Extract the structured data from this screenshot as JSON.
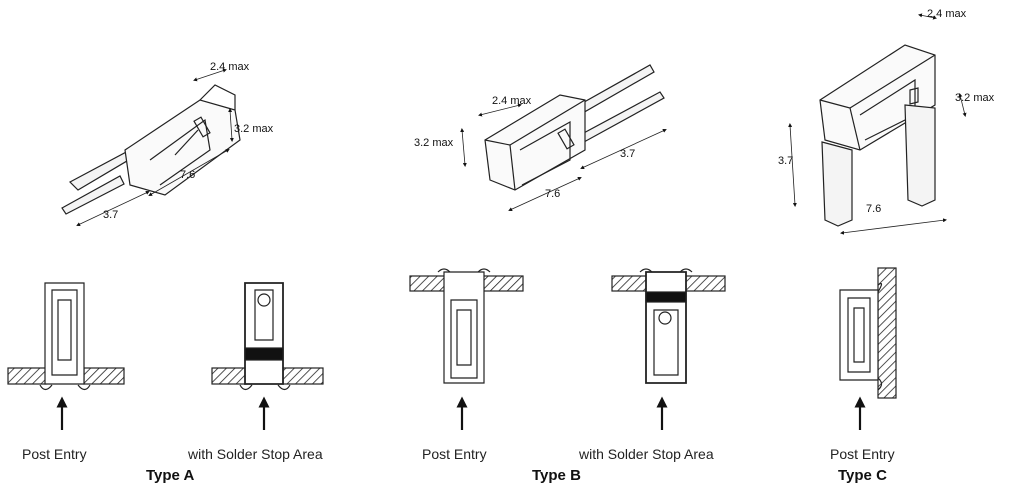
{
  "types": [
    {
      "name": "Type A",
      "dims": {
        "width": "2.4 max",
        "height": "3.2 max",
        "body": "7.6",
        "pin": "3.7"
      },
      "captions": [
        "Post Entry",
        "with Solder Stop Area"
      ]
    },
    {
      "name": "Type B",
      "dims": {
        "width": "2.4 max",
        "height": "3.2 max",
        "body": "7.6",
        "pin": "3.7"
      },
      "captions": [
        "Post Entry",
        "with Solder Stop Area"
      ]
    },
    {
      "name": "Type C",
      "dims": {
        "width": "2.4 max",
        "height": "3.2 max",
        "body": "7.6",
        "pin": "3.7"
      },
      "captions": [
        "Post Entry"
      ]
    }
  ]
}
